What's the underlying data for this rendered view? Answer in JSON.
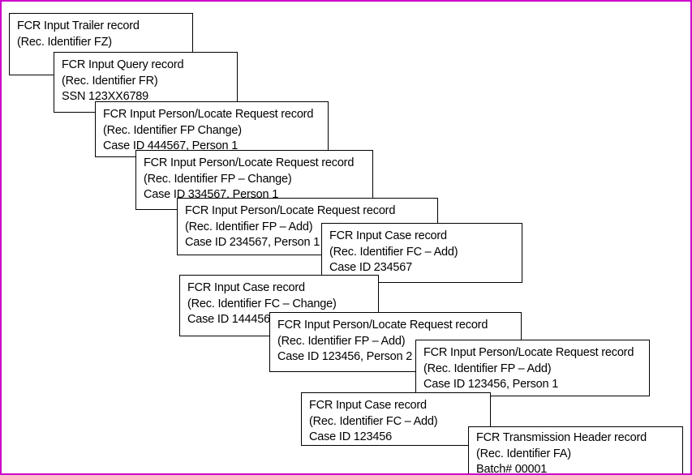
{
  "canvas": {
    "background_color": "#ffffff",
    "frame_border_color": "#cc00cc",
    "box_border_color": "#000000",
    "text_color": "#000000"
  },
  "diagram": {
    "description": "Cascaded stack of FCR input transmission record boxes",
    "boxes": [
      {
        "line1": "FCR Input Trailer record",
        "line2": "(Rec. Identifier FZ)"
      },
      {
        "line1": "FCR Input Query record",
        "line2": "(Rec. Identifier FR)",
        "line3": "SSN 123XX6789"
      },
      {
        "line1": "FCR Input Person/Locate Request record",
        "line2": "(Rec. Identifier FP Change)",
        "line3": "Case ID 444567, Person 1"
      },
      {
        "line1": "FCR Input Person/Locate Request record",
        "line2": "(Rec. Identifier FP – Change)",
        "line3": "Case ID 334567, Person 1"
      },
      {
        "line1": "FCR Input Person/Locate Request record",
        "line2": "(Rec. Identifier FP – Add)",
        "line3": "Case ID 234567, Person 1"
      },
      {
        "line1": "FCR Input Case record",
        "line2": "(Rec. Identifier FC – Add)",
        "line3": "Case ID 234567"
      },
      {
        "line1": "FCR Input Case record",
        "line2": "(Rec. Identifier FC – Change)",
        "line3": "Case ID 144456"
      },
      {
        "line1": "FCR Input Person/Locate Request record",
        "line2": "(Rec. Identifier FP – Add)",
        "line3": "Case ID 123456, Person 2"
      },
      {
        "line1": "FCR Input Person/Locate Request record",
        "line2": "(Rec. Identifier FP – Add)",
        "line3": "Case ID 123456, Person 1"
      },
      {
        "line1": "FCR Input Case record",
        "line2": "(Rec. Identifier FC – Add)",
        "line3": "Case ID 123456"
      },
      {
        "line1": "FCR Transmission Header record",
        "line2": "(Rec. Identifier FA)",
        "line3": "Batch# 00001"
      }
    ]
  }
}
